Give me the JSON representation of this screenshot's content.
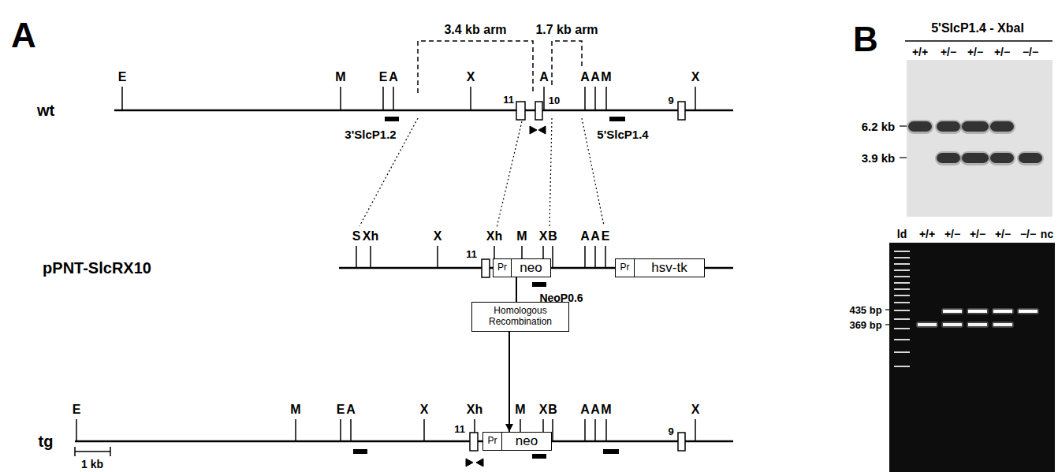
{
  "diagram": {
    "nodes": [
      {
        "text": [
          "Pr"
        ]
      },
      {
        "text": [
          "neo"
        ]
      },
      {
        "text": [
          "Pr"
        ]
      },
      {
        "text": [
          "hsv-tk"
        ]
      },
      {
        "text": [
          "Homologous Recombination"
        ]
      },
      {
        "text": [
          "Pr"
        ]
      },
      {
        "text": [
          "neo"
        ]
      }
    ],
    "edges": [
      {
        "from": 1,
        "to": 4,
        "arrow": "none"
      },
      {
        "from": 4,
        "to": 6,
        "arrow": "to"
      }
    ],
    "labels": [
      "A",
      "B",
      "3.4 kb arm",
      "1.7 kb arm",
      "E",
      "M",
      "E",
      "A",
      "X",
      "A",
      "A",
      "A",
      "M",
      "X",
      "11",
      "10",
      "9",
      "wt",
      "3'SlcP1.2",
      "5'SlcP1.4",
      "pPNT-SlcRX10",
      "S",
      "Xh",
      "X",
      "Xh",
      "M",
      "X",
      "B",
      "A",
      "A",
      "E",
      "11",
      "NeoP0.6",
      "tg",
      "E",
      "M",
      "E",
      "A",
      "X",
      "Xh",
      "M",
      "X",
      "B",
      "A",
      "A",
      "M",
      "X",
      "11",
      "9",
      "1 kb",
      "5'SlcP1.4 - XbaI",
      "+/+",
      "+/−",
      "+/−",
      "+/−",
      "−/−",
      "6.2 kb",
      "3.9 kb",
      "ld",
      "+/+",
      "+/−",
      "+/−",
      "+/−",
      "−/−",
      "nc",
      "435 bp",
      "369 bp"
    ]
  }
}
